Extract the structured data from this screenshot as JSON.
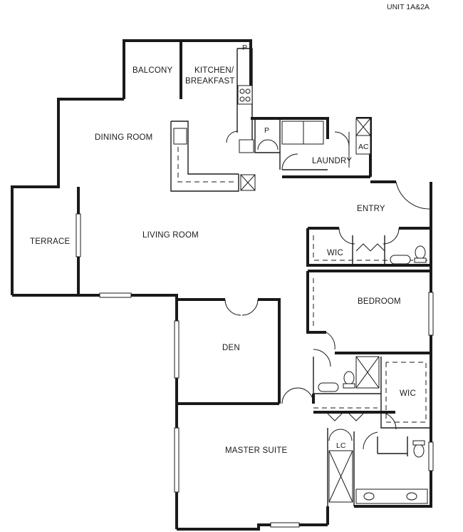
{
  "unit_label": "UNIT 1A&2A",
  "rooms": {
    "balcony": "BALCONY",
    "kitchen_line1": "KITCHEN/",
    "kitchen_line2": "BREAKFAST",
    "pantry_kitchen": "P",
    "pantry": "P",
    "dining_room": "DINING ROOM",
    "laundry": "LAUNDRY",
    "ac": "AC",
    "entry": "ENTRY",
    "terrace": "TERRACE",
    "living_room": "LIVING ROOM",
    "wic_bedroom": "WIC",
    "bedroom": "BEDROOM",
    "den": "DEN",
    "wic_master": "WIC",
    "master_suite": "MASTER SUITE",
    "linen_closet": "LC"
  }
}
